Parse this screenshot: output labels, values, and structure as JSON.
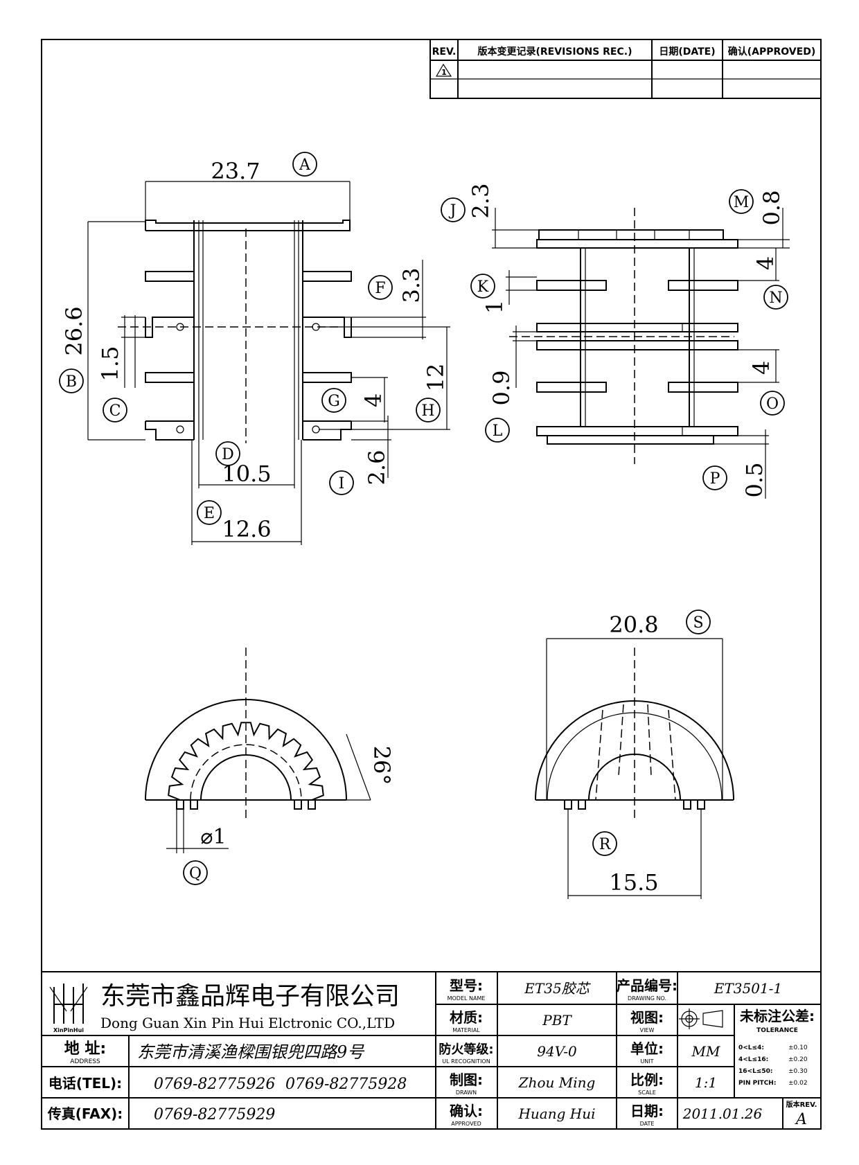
{
  "revision_table": {
    "rev_header": "REV.",
    "record_header": "版本变更记录(REVISIONS REC.)",
    "date_header": "日期(DATE)",
    "approved_header": "确认(APPROVED)",
    "rev_mark": "1"
  },
  "dimensions": {
    "A": {
      "letter": "A",
      "value": "23.7"
    },
    "B": {
      "letter": "B",
      "value": "26.6"
    },
    "C": {
      "letter": "C",
      "value": "1.5"
    },
    "D": {
      "letter": "D",
      "value": "10.5"
    },
    "E": {
      "letter": "E",
      "value": "12.6"
    },
    "F": {
      "letter": "F",
      "value": "3.3"
    },
    "G": {
      "letter": "G",
      "value": "4"
    },
    "H": {
      "letter": "H",
      "value": "12"
    },
    "I": {
      "letter": "I",
      "value": "2.6"
    },
    "J": {
      "letter": "J",
      "value": "2.3"
    },
    "K": {
      "letter": "K",
      "value": "1"
    },
    "L": {
      "letter": "L",
      "value": "0.9"
    },
    "M": {
      "letter": "M",
      "value": "0.8"
    },
    "N": {
      "letter": "N",
      "value": "4"
    },
    "O": {
      "letter": "O",
      "value": "4"
    },
    "P": {
      "letter": "P",
      "value": "0.5"
    },
    "Q": {
      "letter": "Q",
      "value": "⌀1"
    },
    "R": {
      "letter": "R",
      "value": "15.5"
    },
    "S": {
      "letter": "S",
      "value": "20.8"
    },
    "angle": {
      "value": "26°"
    }
  },
  "title_block": {
    "logo_text": "XinPinHui",
    "company_cn": "东莞市鑫品辉电子有限公司",
    "company_en": "Dong Guan Xin Pin Hui Elctronic CO.,LTD",
    "address_label": "地  址:",
    "address_label_en": "ADDRESS",
    "address": "东莞市清溪渔樑围银兜四路9号",
    "tel_label": "电话(TEL):",
    "tel1": "0769-82775926",
    "tel2": "0769-82775928",
    "fax_label": "传真(FAX):",
    "fax": "0769-82775929",
    "model_label": "型号:",
    "model_label_en": "MODEL NAME",
    "model": "ET35胶芯",
    "material_label": "材质:",
    "material_label_en": "MATERIAL",
    "material": "PBT",
    "ul_label": "防火等级:",
    "ul_label_en": "UL RECOGNITION",
    "ul": "94V-0",
    "drawn_label": "制图:",
    "drawn_label_en": "DRAWN",
    "drawn": "Zhou Ming",
    "approved_label": "确认:",
    "approved_label_en": "APPROVED",
    "approved": "Huang Hui",
    "drawing_no_label": "产品编号:",
    "drawing_no_label_en": "DRAWING NO.",
    "drawing_no": "ET3501-1",
    "view_label": "视图:",
    "view_label_en": "VIEW",
    "unit_label": "单位:",
    "unit_label_en": "UNIT",
    "unit": "MM",
    "scale_label": "比例:",
    "scale_label_en": "SCALE",
    "scale": "1:1",
    "date_label": "日期:",
    "date_label_en": "DATE",
    "date": "2011.01.26",
    "tolerance_title": "未标注公差:",
    "tolerance_title_en": "TOLERANCE",
    "tolerances": [
      {
        "range": "0<L≤4:",
        "value": "±0.10"
      },
      {
        "range": "4<L≤16:",
        "value": "±0.20"
      },
      {
        "range": "16<L≤50:",
        "value": "±0.30"
      },
      {
        "range": "PIN PITCH:",
        "value": "±0.02"
      }
    ],
    "rev_label": "版本REV.",
    "rev": "A"
  }
}
